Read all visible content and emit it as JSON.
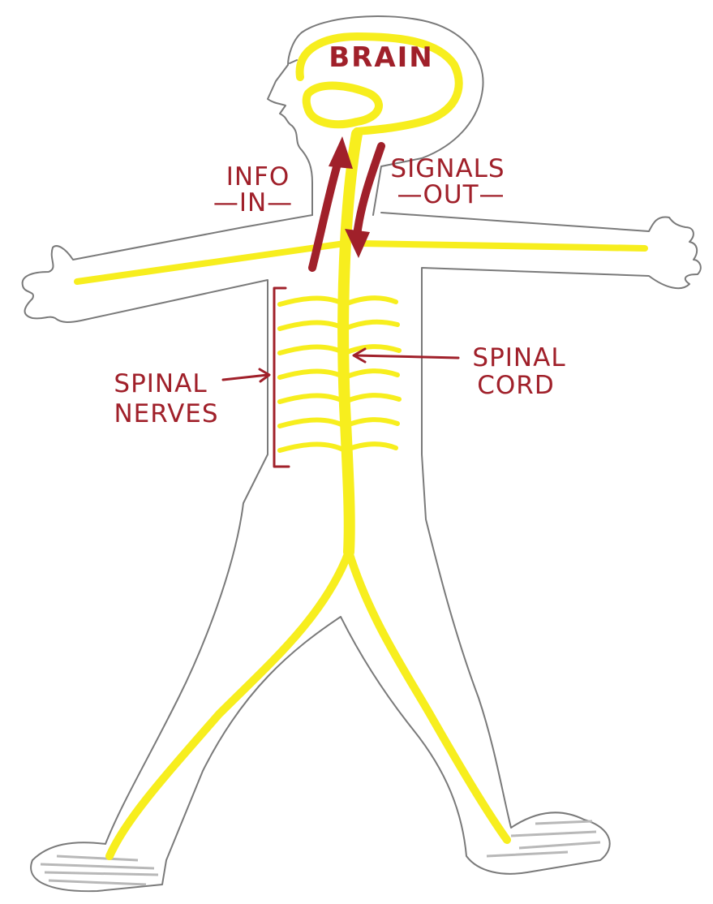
{
  "labels": {
    "brain": "BRAIN",
    "info": "INFO",
    "in": "—IN—",
    "signals": "SIGNALS",
    "out": "—OUT—",
    "spinal_nerves_1": "SPINAL",
    "spinal_nerves_2": "NERVES",
    "spinal_cord_1": "SPINAL",
    "spinal_cord_2": "CORD"
  },
  "colors": {
    "nerve": "#f7ee1e",
    "ink": "#a0202a",
    "outline": "#7a7a7a"
  }
}
